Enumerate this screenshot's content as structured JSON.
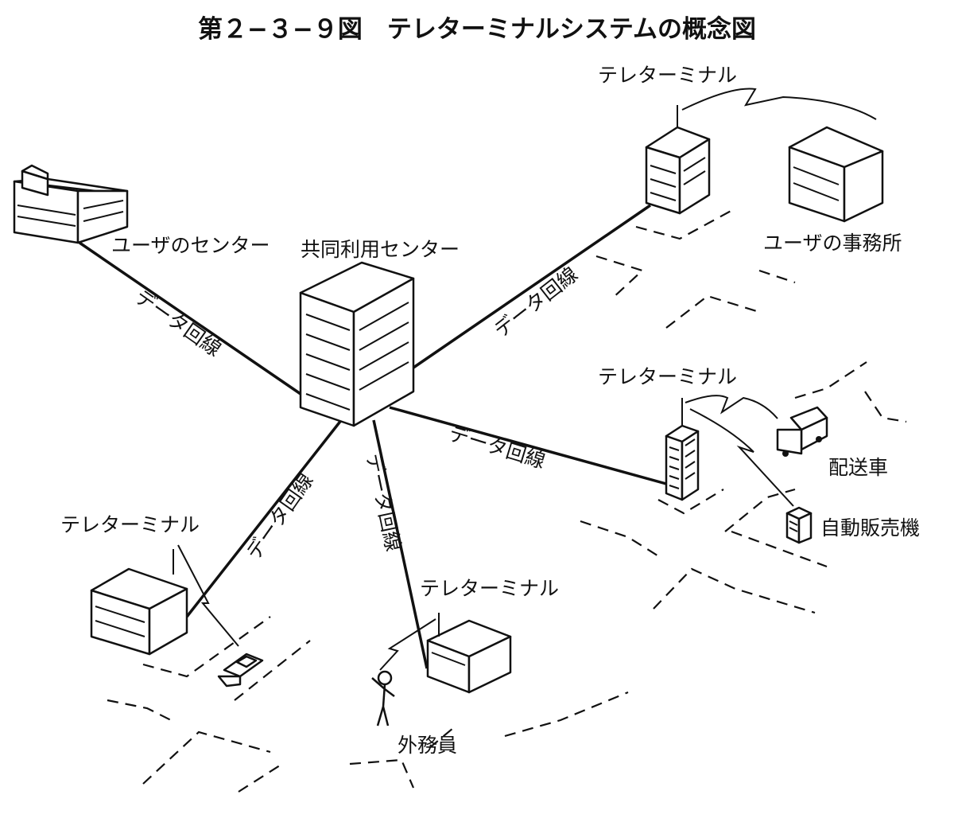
{
  "title": "第２−３−９図　テレターミナルシステムの概念図",
  "labels": {
    "user_center": "ユーザのセンター",
    "shared_center": "共同利用センター",
    "user_office": "ユーザの事務所",
    "delivery_truck": "配送車",
    "vending_machine": "自動販売機",
    "field_staff": "外務員",
    "teleterminal": "テレターミナル",
    "data_line": "データ回線"
  }
}
